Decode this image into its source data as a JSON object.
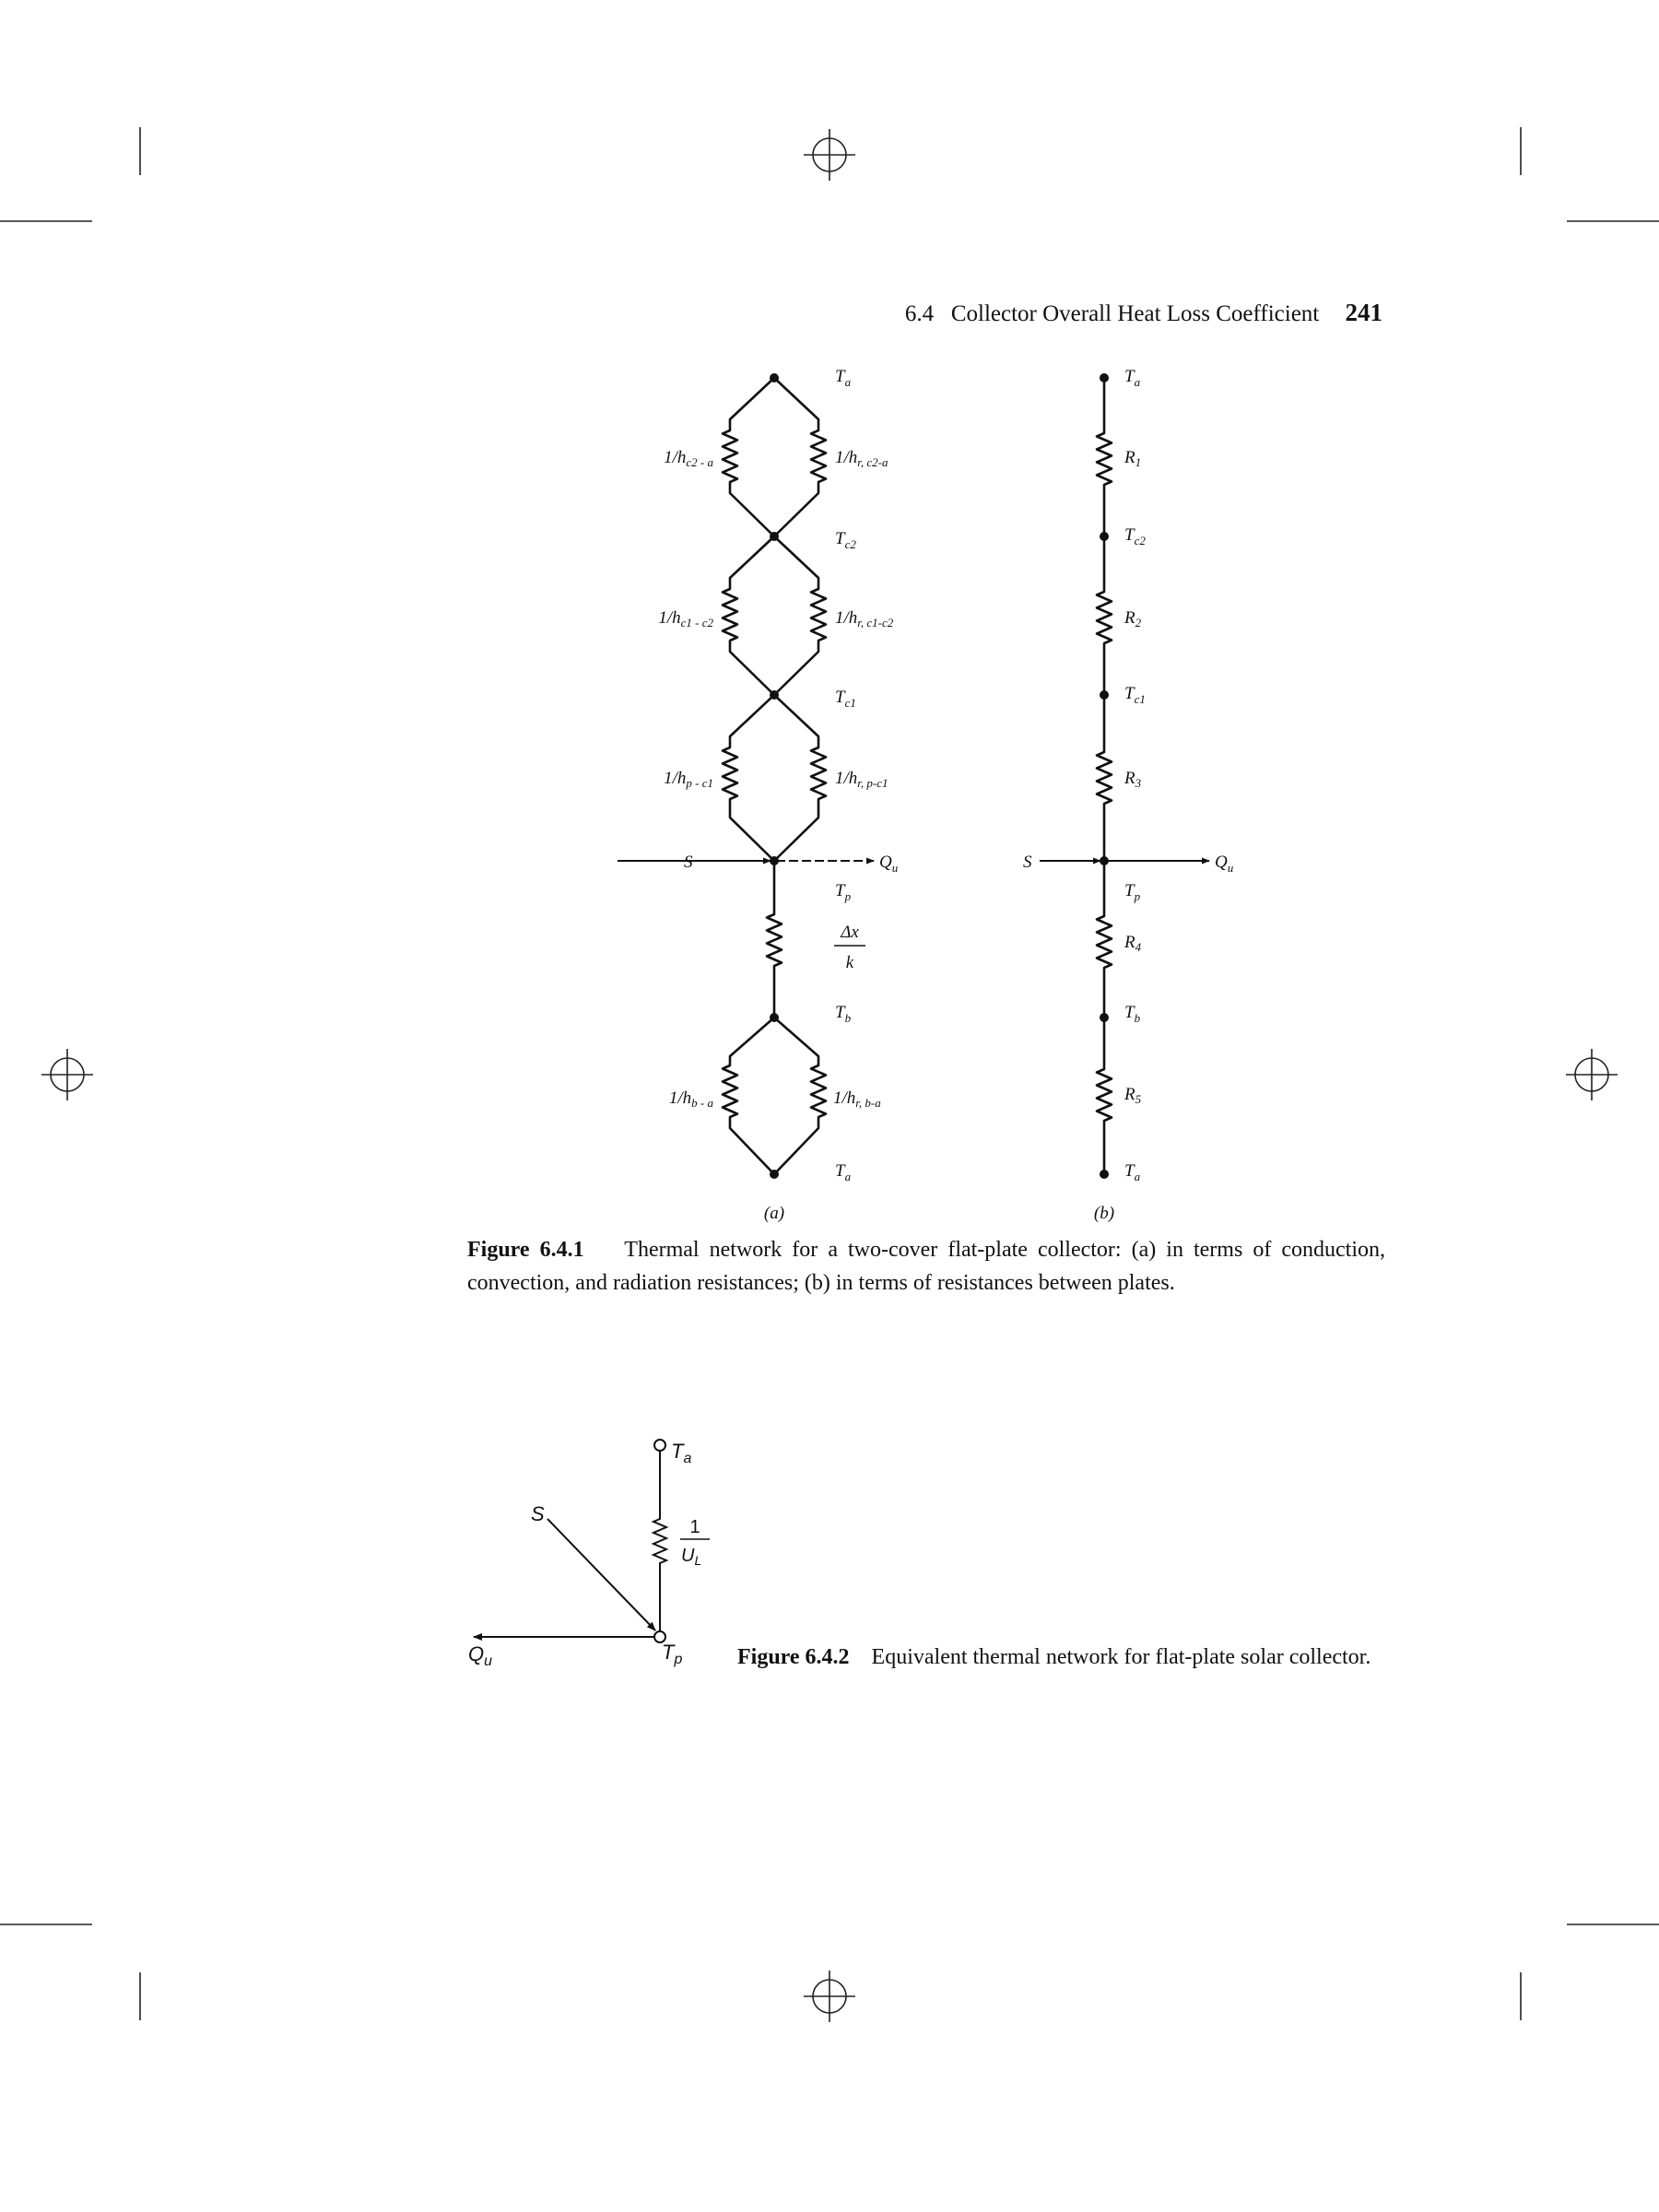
{
  "header": {
    "section": "6.4",
    "title": "Collector Overall Heat Loss Coefficient",
    "page_number": "241"
  },
  "figure1": {
    "caption_label": "Figure 6.4.1",
    "caption_text": "Thermal network for a two-cover flat-plate collector: (a) in terms of conduction, convection, and radiation resistances; (b) in terms of resistances between plates.",
    "panel_a": {
      "sublabel": "(a)",
      "nodes": {
        "top": {
          "main": "T",
          "sub": "a"
        },
        "c2": {
          "main": "T",
          "sub": "c2"
        },
        "c1": {
          "main": "T",
          "sub": "c1"
        },
        "p": {
          "main": "T",
          "sub": "p"
        },
        "b": {
          "main": "T",
          "sub": "b"
        },
        "bottom": {
          "main": "T",
          "sub": "a"
        }
      },
      "resistors": {
        "r1_left": {
          "main": "1/h",
          "sub": "c2 - a"
        },
        "r1_right": {
          "main": "1/h",
          "sub": "r, c2-a"
        },
        "r2_left": {
          "main": "1/h",
          "sub": "c1 - c2"
        },
        "r2_right": {
          "main": "1/h",
          "sub": "r, c1-c2"
        },
        "r3_left": {
          "main": "1/h",
          "sub": "p - c1"
        },
        "r3_right": {
          "main": "1/h",
          "sub": "r, p-c1"
        },
        "r5_left": {
          "main": "1/h",
          "sub": "b - a"
        },
        "r5_right": {
          "main": "1/h",
          "sub": "r, b-a"
        },
        "conduction_num": "Δx",
        "conduction_den": "k"
      },
      "source": "S",
      "output": {
        "main": "Q",
        "sub": "u"
      }
    },
    "panel_b": {
      "sublabel": "(b)",
      "nodes": {
        "top": {
          "main": "T",
          "sub": "a"
        },
        "c2": {
          "main": "T",
          "sub": "c2"
        },
        "c1": {
          "main": "T",
          "sub": "c1"
        },
        "p": {
          "main": "T",
          "sub": "p"
        },
        "b": {
          "main": "T",
          "sub": "b"
        },
        "bottom": {
          "main": "T",
          "sub": "a"
        }
      },
      "resistors": {
        "r1": {
          "main": "R",
          "sub": "1"
        },
        "r2": {
          "main": "R",
          "sub": "2"
        },
        "r3": {
          "main": "R",
          "sub": "3"
        },
        "r4": {
          "main": "R",
          "sub": "4"
        },
        "r5": {
          "main": "R",
          "sub": "5"
        }
      },
      "source": "S",
      "output": {
        "main": "Q",
        "sub": "u"
      }
    }
  },
  "figure2": {
    "caption_label": "Figure 6.4.2",
    "caption_text": "Equivalent thermal network for flat-plate solar collector.",
    "top_node": {
      "main": "T",
      "sub": "a"
    },
    "bottom_node": {
      "main": "T",
      "sub": "p"
    },
    "resistor_num": "1",
    "resistor_den": {
      "main": "U",
      "sub": "L"
    },
    "source": "S",
    "output": {
      "main": "Q",
      "sub": "u"
    }
  }
}
